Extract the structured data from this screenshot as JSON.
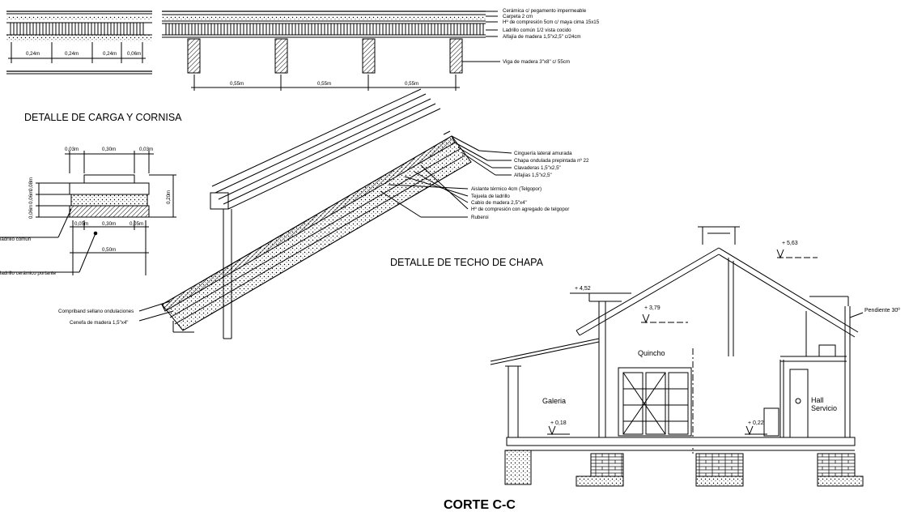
{
  "titles": {
    "carga": "DETALLE DE CARGA Y CORNISA",
    "techo": "DETALLE DE TECHO DE CHAPA",
    "corte": "CORTE C-C"
  },
  "floor_detail": {
    "labels": [
      "Cerámica c/ pegamento impermeable",
      "Carpeta 2 cm",
      "Hº de compresión 5cm c/ maya cima 15x15",
      "Ladrillo común 1/2 vista cocido",
      "Alfajía de madera 1,5\"x2,5\" c/24cm",
      "Viga de madera 3\"x8\" c/ 55cm"
    ],
    "dims_small": [
      "0,24m",
      "0,24m",
      "0,24m",
      "0,06m"
    ],
    "dims_beams": [
      "0,55m",
      "0,55m",
      "0,55m"
    ]
  },
  "cornisa": {
    "top_dims": [
      "0,03m",
      "0,30m",
      "0,03m"
    ],
    "side_dims": [
      "0,08m",
      "0,06m",
      "0,06m"
    ],
    "right_dim": "0,20m",
    "mid_dims": [
      "0,05m",
      "0,30m",
      "0,05m"
    ],
    "bottom_dim": "0,50m",
    "labels": [
      "ladrillo común",
      "ladrillo cerámico portante"
    ]
  },
  "roof_detail": {
    "labels_top": [
      "Cinguería lateral amurada",
      "Chapa ondulada prepintada nº 22",
      "Clavaderas 1,5\"x2,5\"",
      "Alfajías 1,5\"x2,5\""
    ],
    "labels_mid": [
      "Aislante térmico 4cm (Telgopor)",
      "Tejuela de ladrillo",
      "Cabio de madera 2,5\"x4\"",
      "Hº de compresión con agregado de telgopor",
      "Ruberoi"
    ],
    "labels_bottom": [
      "Compriband sellano ondulaciones",
      "Cenefa de madera 1,5\"x4\""
    ]
  },
  "section": {
    "levels": [
      "+ 5,63",
      "+ 4,52",
      "+ 3,79",
      "+ 0,18",
      "+ 0,22"
    ],
    "rooms": [
      "Quincho",
      "Galeria",
      "Hall",
      "Servicio"
    ],
    "slope": "Pendiente 30º"
  }
}
